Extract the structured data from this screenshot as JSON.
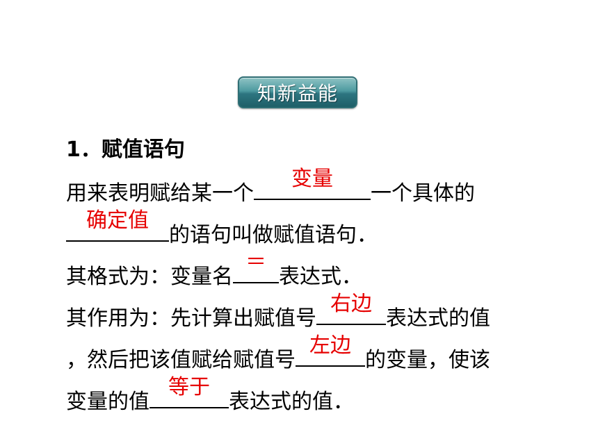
{
  "header": {
    "badge": "知新益能"
  },
  "section": {
    "heading": "1．赋值语句"
  },
  "lines": {
    "l1_pre": "用来表明赋给某一个",
    "l1_post": "一个具体的",
    "l2_post": "的语句叫做赋值语句．",
    "l3_pre": "其格式为：变量名",
    "l3_post": "表达式．",
    "l4_pre": "其作用为：先计算出赋值号",
    "l4_post": "表达式的值",
    "l5_pre": "，然后把该值赋给赋值号",
    "l5_post": "的变量，使该",
    "l6_pre": "变量的值",
    "l6_post": "表达式的值．"
  },
  "answers": {
    "a1": "变量",
    "a2": "确定值",
    "a3": "＝",
    "a4": "右边",
    "a5": "左边",
    "a6": "等于"
  },
  "colors": {
    "answer": "#e60000",
    "badge": "#2d7580",
    "text": "#000000"
  }
}
